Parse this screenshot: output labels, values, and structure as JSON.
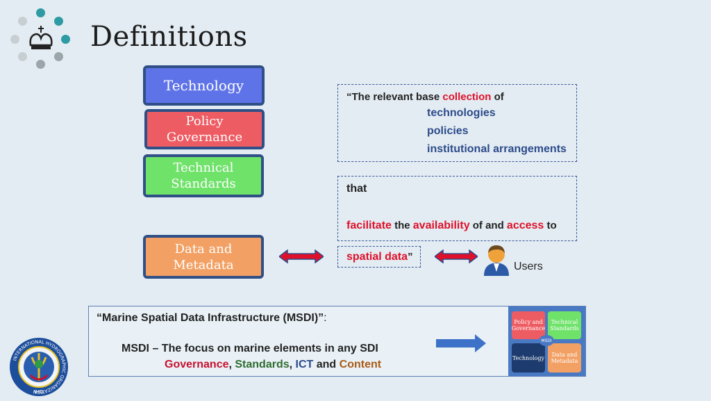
{
  "title": "Definitions",
  "boxes": {
    "technology": "Technology",
    "policy_line1": "Policy",
    "policy_line2": "Governance",
    "standards_line1": "Technical",
    "standards_line2": "Standards",
    "data_line1": "Data and",
    "data_line2": "Metadata"
  },
  "definition": {
    "quote_open": "“The relevant base ",
    "collection": "collection",
    "of": " of",
    "item1": "technologies",
    "item2": "policies",
    "item3": "institutional arrangements",
    "that": "that",
    "facilitate": "facilitate",
    "the": " the ",
    "availability": "availability",
    "of_and": " of and ",
    "access": "access",
    "to": " to",
    "spatial_data": "spatial data",
    "quote_close": "”"
  },
  "users_label": "Users",
  "msdi": {
    "heading": "“Marine Spatial Data Infrastructure (MSDI)”",
    "colon": ":",
    "focus": "MSDI – The focus on marine elements in any SDI",
    "governance": "Governance",
    "comma1": ", ",
    "standards": "Standards",
    "comma2": ", ",
    "ict": "ICT",
    "and": " and ",
    "content": "Content"
  },
  "mini": {
    "policy": "Policy and Governance",
    "standards": "Technical Standards",
    "center": "MSDI",
    "technology": "Technology",
    "data": "Data and Metadata"
  },
  "logo_text": "INTERNATIONAL HYDROGRAPHIC ORGANIZATION",
  "logo_iho": "IHO",
  "colors": {
    "technology": "#5f73e8",
    "policy": "#ee5c63",
    "standards": "#6fe26a",
    "data": "#f2a063",
    "border": "#2f4f86",
    "red": "#e0102a"
  }
}
